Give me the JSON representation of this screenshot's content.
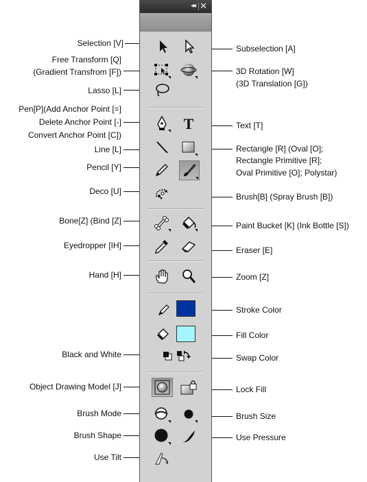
{
  "labels": {
    "selection": "Selection [V]",
    "subselection": "Subselection [A]",
    "free_transform_1": "Free Transform [Q]",
    "free_transform_2": "(Gradient Transfrom [F])",
    "rotation_1": "3D Rotation [W]",
    "rotation_2": "(3D Translation [G])",
    "lasso": "Lasso [L]",
    "pen_1": "Pen[P](Add Anchor Point [=]",
    "pen_2": "Delete Anchor Point [-]",
    "pen_3": "Convert Anchor Point [C])",
    "text": "Text [T]",
    "line": "Line [L]",
    "rect_1": "Rectangle [R] (Oval [O];",
    "rect_2": "Rectangle Primitive [R];",
    "rect_3": "Oval Primitive [O]; Polystar)",
    "pencil": "Pencil [Y]",
    "deco": "Deco [U]",
    "brush": "Brush[B] (Spray Brush [B])",
    "bone": "Bone[Z] (Bind [Z]",
    "paint_bucket": "Paint Bucket [K] (Ink Bottle [S])",
    "eyedropper": "Eyedropper [IH]",
    "eraser": "Eraser [E]",
    "hand": "Hand [H]",
    "zoom": "Zoom [Z]",
    "stroke_color": "Stroke Color",
    "fill_color": "Fill Color",
    "black_white": "Black and White",
    "swap_color": "Swap Color",
    "object_drawing": "Object Drawing Model [J]",
    "lock_fill": "Lock Fill",
    "brush_mode": "Brush Mode",
    "brush_size": "Brush Size",
    "brush_shape": "Brush Shape",
    "use_pressure": "Use Pressure",
    "use_tilt": "Use Tilt"
  },
  "panel": {
    "collapse_glyph": "◂◂",
    "close_glyph": "✕"
  },
  "colors": {
    "stroke": "#0033a0",
    "fill": "#a6f4ff"
  },
  "icons": {
    "selection": "selection-arrow-icon",
    "subselection": "subselection-arrow-icon",
    "free_transform": "free-transform-icon",
    "rotation": "3d-rotation-icon",
    "lasso": "lasso-icon",
    "pen": "pen-icon",
    "text": "text-icon",
    "line": "line-icon",
    "rectangle": "rectangle-icon",
    "pencil": "pencil-icon",
    "brush": "brush-icon",
    "deco": "deco-icon",
    "bone": "bone-icon",
    "paint_bucket": "paint-bucket-icon",
    "eyedropper": "eyedropper-icon",
    "eraser": "eraser-icon",
    "hand": "hand-icon",
    "zoom": "zoom-icon",
    "lock_fill": "lock-fill-icon",
    "brush_mode": "brush-mode-icon",
    "brush_size": "brush-size-icon",
    "brush_shape": "brush-shape-icon",
    "use_pressure": "use-pressure-icon",
    "use_tilt": "use-tilt-icon"
  }
}
